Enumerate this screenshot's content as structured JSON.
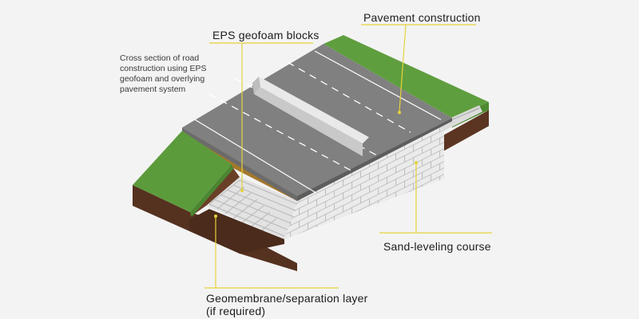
{
  "diagram": {
    "caption": "Cross section of road\nconstruction using EPS\ngeofoam and overlying\npavement system",
    "labels": {
      "pavement_construction": "Pavement construction",
      "eps_geofoam_blocks": "EPS geofoam blocks",
      "sand_leveling_course": "Sand-leveling course",
      "geomembrane_line1": "Geomembrane/separation layer",
      "geomembrane_line2": "(if required)"
    },
    "colors": {
      "background": "#f3f3f3",
      "grass": "#5c9b3c",
      "soil": "#5b3522",
      "asphalt": "#808080",
      "geofoam": "#e6e6e6",
      "sand": "#a4782b",
      "leader": "#e4d33b"
    }
  }
}
